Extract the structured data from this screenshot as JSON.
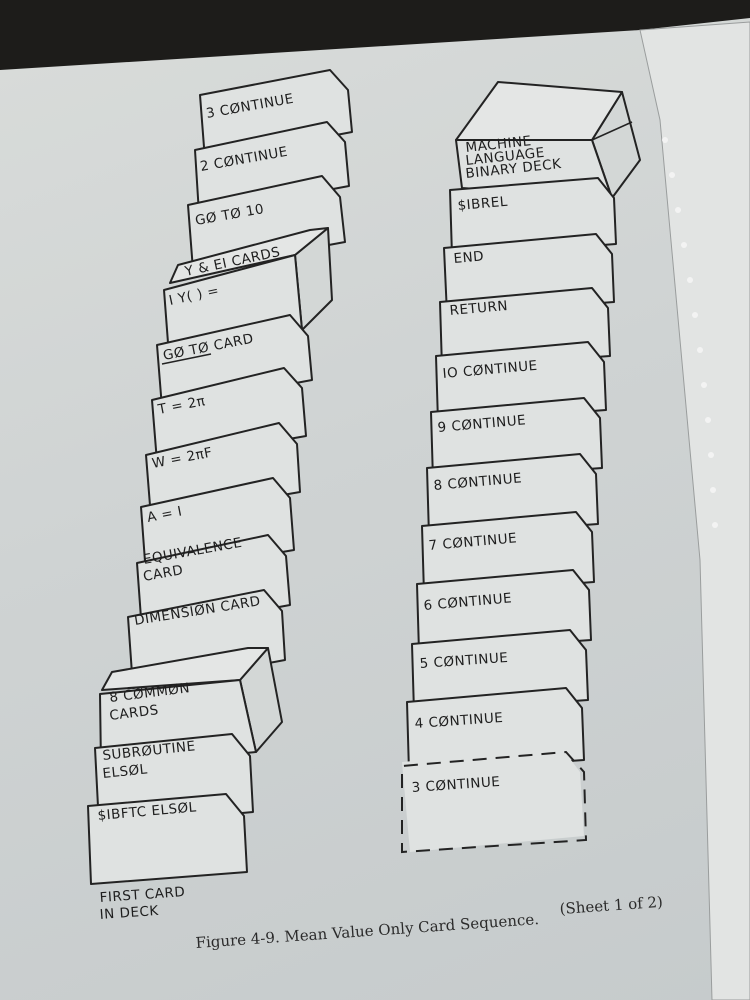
{
  "left_stack": {
    "cards": [
      {
        "id": "l1",
        "lines": [
          "3 CØNTINUE"
        ]
      },
      {
        "id": "l2",
        "lines": [
          "2 CØNTINUE"
        ]
      },
      {
        "id": "l3",
        "lines": [
          "GØ TØ 10"
        ]
      },
      {
        "id": "l4",
        "lines": [
          "Y & EI CARDS",
          "I  Y(  ) ="
        ]
      },
      {
        "id": "l5",
        "lines": [
          "GØ TØ CARD"
        ]
      },
      {
        "id": "l6",
        "lines": [
          "T = 2π"
        ]
      },
      {
        "id": "l7",
        "lines": [
          "W = 2πF"
        ]
      },
      {
        "id": "l8",
        "lines": [
          "A = I"
        ]
      },
      {
        "id": "l9",
        "lines": [
          "EQUIVALENCE",
          "CARD"
        ]
      },
      {
        "id": "l10",
        "lines": [
          "DIMENSIØN CARD"
        ]
      },
      {
        "id": "l11",
        "lines": [
          "8 CØMMØN",
          "CARDS"
        ]
      },
      {
        "id": "l12",
        "lines": [
          "SUBRØUTINE",
          "ELSØL"
        ]
      },
      {
        "id": "l13",
        "lines": [
          "$IBFTC ELSØL"
        ]
      }
    ],
    "bottom_label": [
      "FIRST CARD",
      "IN DECK"
    ]
  },
  "right_stack": {
    "cards": [
      {
        "id": "r1",
        "lines": [
          "MACHINE",
          "LANGUAGE",
          "BINARY DECK"
        ]
      },
      {
        "id": "r2",
        "lines": [
          "$IBREL"
        ]
      },
      {
        "id": "r3",
        "lines": [
          "END"
        ]
      },
      {
        "id": "r4",
        "lines": [
          "RETURN"
        ]
      },
      {
        "id": "r5",
        "lines": [
          "IO CØNTINUE"
        ]
      },
      {
        "id": "r6",
        "lines": [
          "9 CØNTINUE"
        ]
      },
      {
        "id": "r7",
        "lines": [
          "8 CØNTINUE"
        ]
      },
      {
        "id": "r8",
        "lines": [
          "7 CØNTINUE"
        ]
      },
      {
        "id": "r9",
        "lines": [
          "6 CØNTINUE"
        ]
      },
      {
        "id": "r10",
        "lines": [
          "5 CØNTINUE"
        ]
      },
      {
        "id": "r11",
        "lines": [
          "4 CØNTINUE"
        ]
      },
      {
        "id": "r12",
        "lines": [
          "3 CØNTINUE"
        ]
      }
    ]
  },
  "caption": {
    "main": "Figure 4-9.  Mean Value Only Card Sequence.",
    "sheet": "(Sheet 1 of 2)"
  }
}
